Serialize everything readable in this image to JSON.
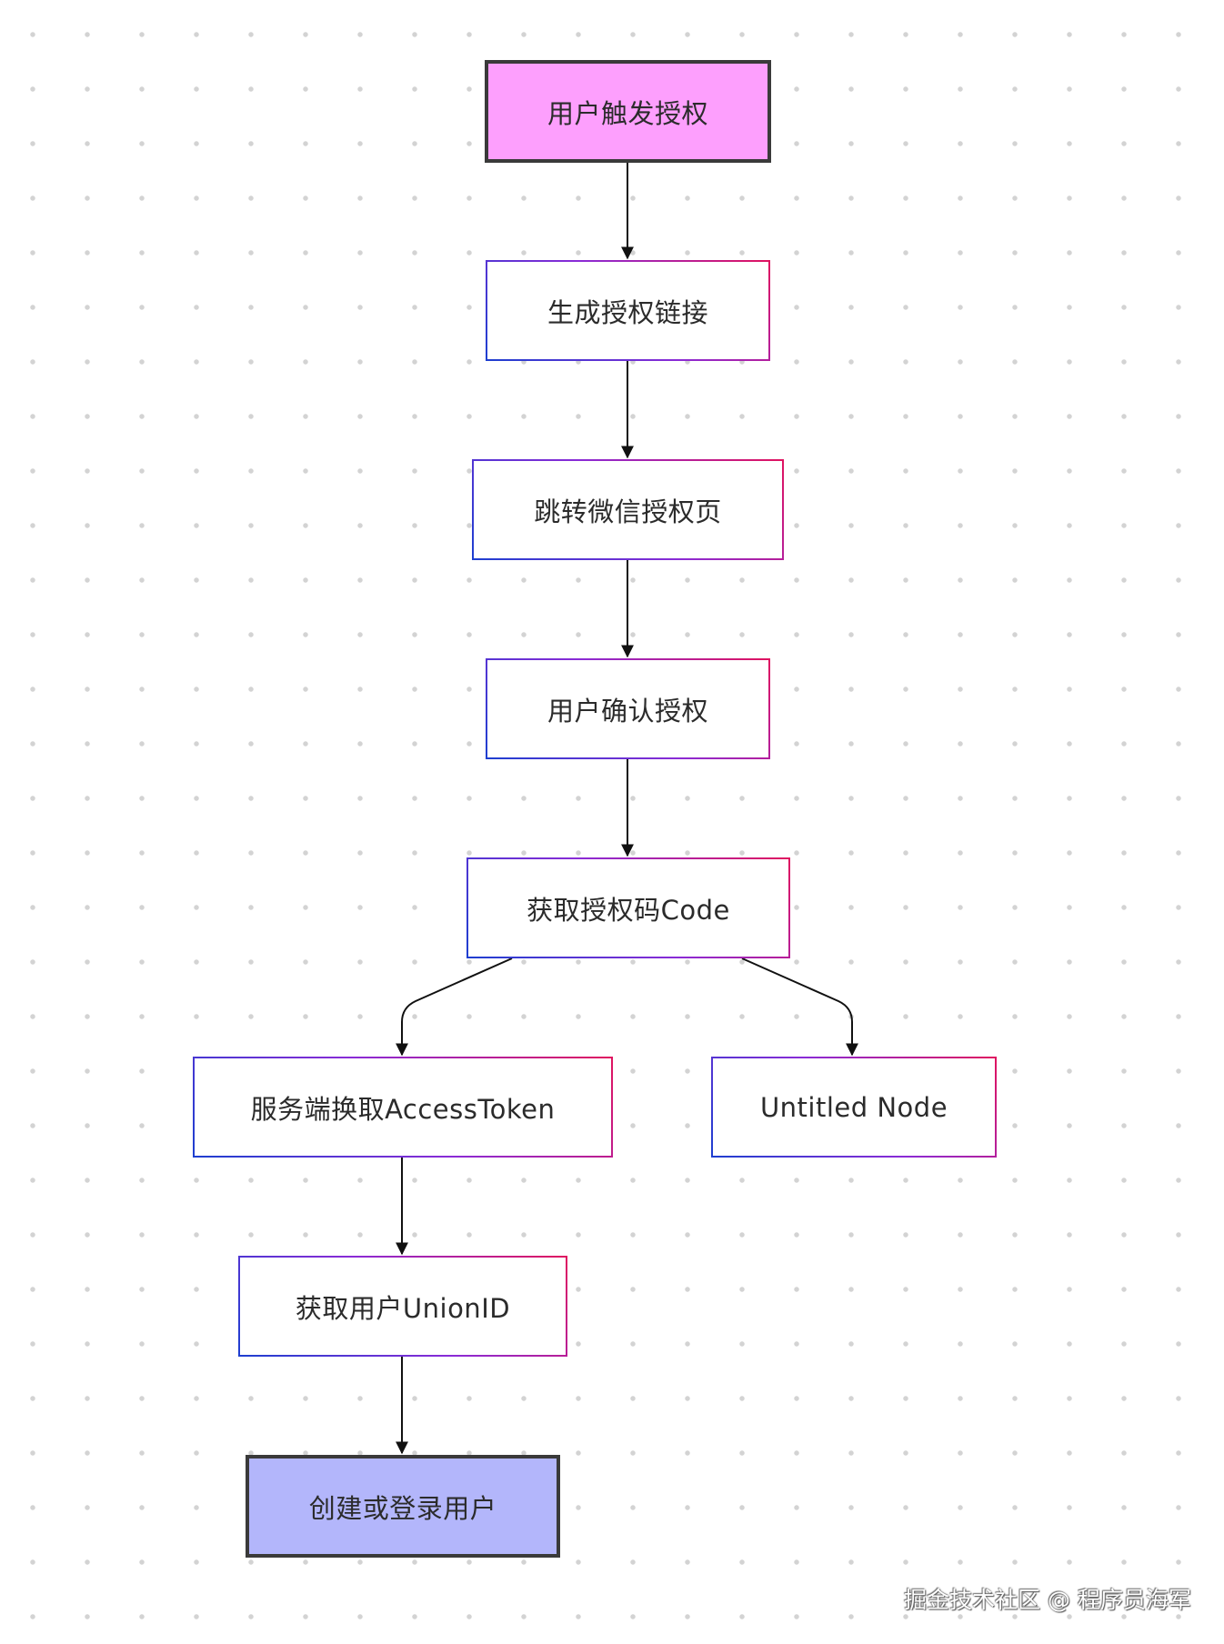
{
  "diagram": {
    "nodes": {
      "start": "用户触发授权",
      "gen_link": "生成授权链接",
      "redirect": "跳转微信授权页",
      "confirm": "用户确认授权",
      "get_code": "获取授权码Code",
      "access_token": "服务端换取AccessToken",
      "untitled": "Untitled Node",
      "union_id": "获取用户UnionID",
      "end": "创建或登录用户"
    },
    "edges": [
      {
        "from": "start",
        "to": "gen_link"
      },
      {
        "from": "gen_link",
        "to": "redirect"
      },
      {
        "from": "redirect",
        "to": "confirm"
      },
      {
        "from": "confirm",
        "to": "get_code"
      },
      {
        "from": "get_code",
        "to": "access_token"
      },
      {
        "from": "get_code",
        "to": "untitled"
      },
      {
        "from": "access_token",
        "to": "union_id"
      },
      {
        "from": "union_id",
        "to": "end"
      }
    ],
    "colors": {
      "start_fill": "#fd9ffd",
      "end_fill": "#b3b6fb",
      "gradient_start": "#1d3fd0",
      "gradient_end": "#e0135f",
      "edge": "#111111"
    }
  },
  "watermark": "掘金技术社区 @ 程序员海军"
}
